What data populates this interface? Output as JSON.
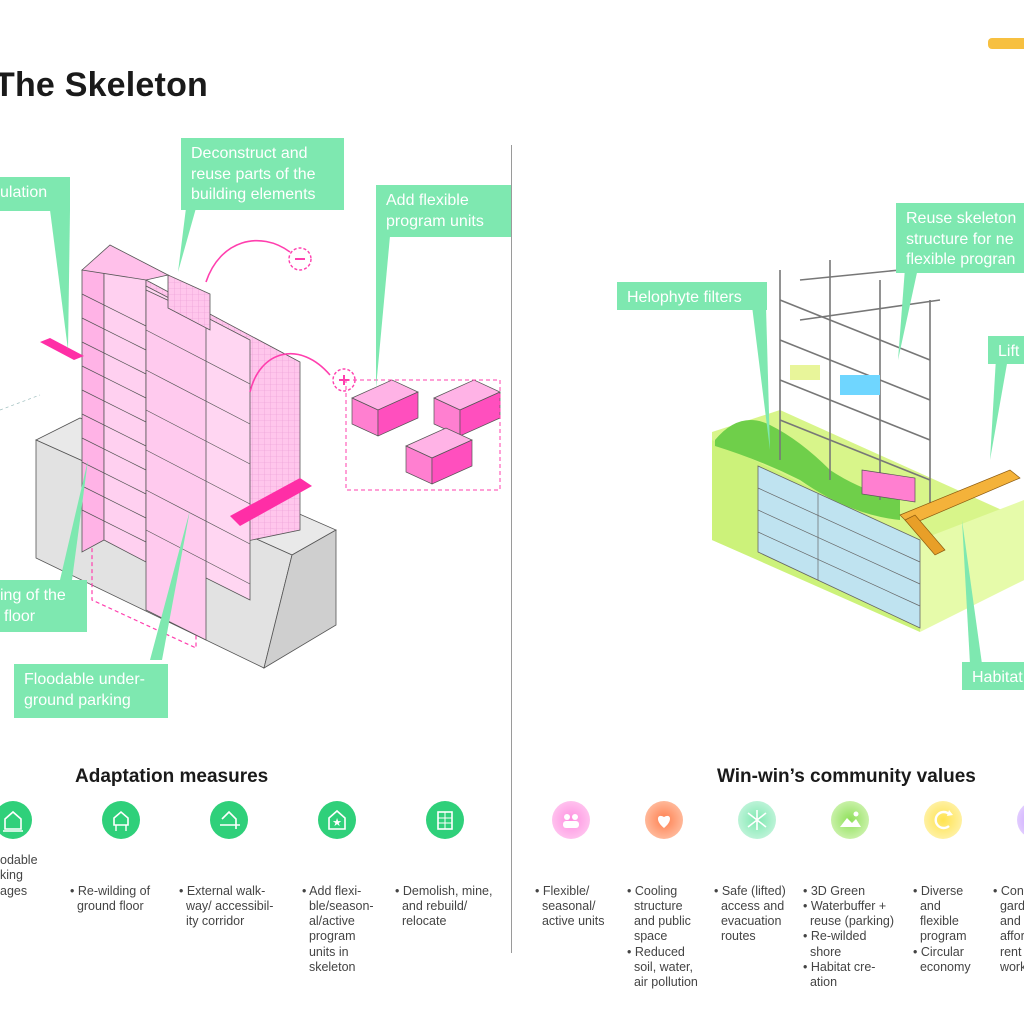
{
  "title": "The Skeleton",
  "colors": {
    "mint": "#7ee8b0",
    "pink": "#ff3fae",
    "accent": "#f7c040"
  },
  "left_labels": {
    "insulation": "ulation",
    "deconstruct": [
      "Deconstruct and",
      "reuse parts of the",
      "building elements"
    ],
    "flexible_units": [
      "Add flexible",
      "program units"
    ],
    "rewilding": [
      "ing of the",
      "floor"
    ],
    "floodable": [
      "Floodable under-",
      "ground parking"
    ]
  },
  "right_labels": {
    "helophyte": "Helophyte filters",
    "reuse_skeleton": [
      "Reuse skeleton",
      "structure for ne",
      "flexible progran"
    ],
    "lift": "Lift",
    "habitat": "Habitat"
  },
  "adaptation": {
    "title": "Adaptation measures",
    "items": [
      {
        "icon": "house-water-icon",
        "lines": [
          "odable",
          "king",
          "ages"
        ]
      },
      {
        "icon": "house-lifted-icon",
        "lines": [
          "• Re-wilding of",
          "  ground floor"
        ]
      },
      {
        "icon": "walkway-icon",
        "lines": [
          "• External walk-",
          "  way/ accessibil-",
          "  ity corridor"
        ]
      },
      {
        "icon": "star-house-icon",
        "lines": [
          "• Add flexi-",
          "  ble/season-",
          "  al/active",
          "  program",
          "  units in",
          "  skeleton"
        ]
      },
      {
        "icon": "building-grid-icon",
        "lines": [
          "• Demolish, mine,",
          "  and rebuild/",
          "  relocate"
        ]
      }
    ]
  },
  "community": {
    "title": "Win-win’s community values",
    "items": [
      {
        "icon": "people-icon",
        "lines": [
          "• Flexible/",
          "  seasonal/",
          "  active units"
        ]
      },
      {
        "icon": "heart-icon",
        "lines": [
          "• Cooling",
          "  structure",
          "  and public",
          "  space",
          "• Reduced",
          "  soil, water,",
          "  air pollution"
        ]
      },
      {
        "icon": "route-icon",
        "lines": [
          "• Safe (lifted)",
          "  access and",
          "  evacuation",
          "  routes"
        ]
      },
      {
        "icon": "landscape-icon",
        "lines": [
          "• 3D Green",
          "• Waterbuffer +",
          "  reuse (parking)",
          "• Re-wilded",
          "  shore",
          "• Habitat cre-",
          "  ation"
        ]
      },
      {
        "icon": "cycle-icon",
        "lines": [
          "• Diverse",
          "  and",
          "  flexible",
          "  program",
          "• Circular",
          "  economy"
        ]
      },
      {
        "icon": "garden-icon",
        "lines": [
          "• Con",
          "  gard",
          "  and",
          "  affor",
          "  rent",
          "  work"
        ]
      }
    ]
  }
}
